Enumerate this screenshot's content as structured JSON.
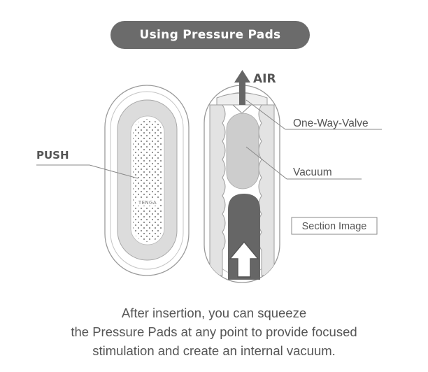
{
  "title": "Using Pressure Pads",
  "labels": {
    "push": "PUSH",
    "air": "AIR",
    "valve": "One-Way-Valve",
    "vacuum": "Vacuum",
    "section": "Section Image",
    "brand": "TENGA"
  },
  "caption": [
    "After insertion, you can squeeze",
    "the Pressure Pads at any point to provide focused",
    "stimulation and create an internal vacuum."
  ],
  "colors": {
    "title_bg": "#6b6b6b",
    "text": "#555555",
    "line": "#888888",
    "pad": "#dcdcdc",
    "vacuum": "#cfcfcf",
    "arrow": "#666666"
  }
}
